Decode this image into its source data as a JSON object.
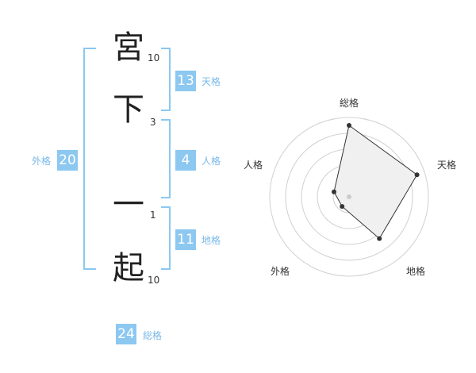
{
  "name_chars": [
    {
      "char": "宮",
      "strokes": "10"
    },
    {
      "char": "下",
      "strokes": "3"
    },
    {
      "char": "一",
      "strokes": "1"
    },
    {
      "char": "起",
      "strokes": "10"
    }
  ],
  "fortunes": {
    "tenkaku": {
      "label": "天格",
      "value": "13"
    },
    "jinkaku": {
      "label": "人格",
      "value": "4"
    },
    "chikaku": {
      "label": "地格",
      "value": "11"
    },
    "gaikaku": {
      "label": "外格",
      "value": "20"
    },
    "soukaku": {
      "label": "総格",
      "value": "24"
    }
  },
  "colors": {
    "accent": "#8cc8f0",
    "label": "#78b8e8"
  },
  "chart_data": {
    "type": "radar",
    "axes": [
      "総格",
      "天格",
      "地格",
      "外格",
      "人格"
    ],
    "values": [
      24,
      13,
      11,
      20,
      4
    ],
    "scores": [
      0.9,
      0.9,
      0.65,
      0.15,
      0.2
    ],
    "rings": 5
  }
}
